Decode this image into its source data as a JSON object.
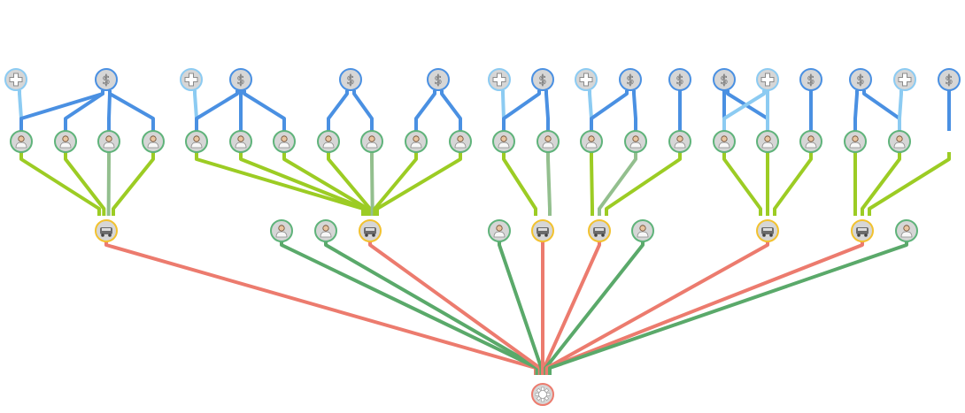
{
  "colors": {
    "dollar": "#4a90e2",
    "medical": "#8ccbf2",
    "person": "#5fb37a",
    "person_to_car": "#9ccc24",
    "person_to_car_alt": "#93bf8e",
    "car": "#f2c230",
    "hub": "#ec7b6e",
    "car_to_hub": "#ec7b6e",
    "person_to_hub": "#5aa96a",
    "node_fill": "#d6d6d6"
  },
  "node_types": {
    "dollar": {
      "icon": "dollar-icon",
      "glyph": "$"
    },
    "medical": {
      "icon": "medical-cross-icon",
      "glyph": "+"
    },
    "person": {
      "icon": "person-icon"
    },
    "car": {
      "icon": "car-icon"
    },
    "hub": {
      "icon": "gear-icon"
    }
  },
  "nodes": [
    {
      "id": "t1",
      "type": "medical"
    },
    {
      "id": "t2",
      "type": "dollar"
    },
    {
      "id": "t3",
      "type": "medical"
    },
    {
      "id": "t4",
      "type": "dollar"
    },
    {
      "id": "t5",
      "type": "dollar"
    },
    {
      "id": "t6",
      "type": "dollar"
    },
    {
      "id": "t7",
      "type": "medical"
    },
    {
      "id": "t8",
      "type": "dollar"
    },
    {
      "id": "t9",
      "type": "medical"
    },
    {
      "id": "t10",
      "type": "dollar"
    },
    {
      "id": "t11",
      "type": "dollar"
    },
    {
      "id": "t12",
      "type": "dollar"
    },
    {
      "id": "t13",
      "type": "medical"
    },
    {
      "id": "t14",
      "type": "dollar"
    },
    {
      "id": "t15",
      "type": "dollar"
    },
    {
      "id": "t16",
      "type": "medical"
    },
    {
      "id": "t17",
      "type": "dollar"
    },
    {
      "id": "p1",
      "type": "person"
    },
    {
      "id": "p2",
      "type": "person"
    },
    {
      "id": "p3",
      "type": "person"
    },
    {
      "id": "p4",
      "type": "person"
    },
    {
      "id": "p5",
      "type": "person"
    },
    {
      "id": "p6",
      "type": "person"
    },
    {
      "id": "p7",
      "type": "person"
    },
    {
      "id": "p8",
      "type": "person"
    },
    {
      "id": "p9",
      "type": "person"
    },
    {
      "id": "p10",
      "type": "person"
    },
    {
      "id": "p11",
      "type": "person"
    },
    {
      "id": "p12",
      "type": "person"
    },
    {
      "id": "p13",
      "type": "person"
    },
    {
      "id": "p14",
      "type": "person"
    },
    {
      "id": "p15",
      "type": "person"
    },
    {
      "id": "p16",
      "type": "person"
    },
    {
      "id": "p17",
      "type": "person"
    },
    {
      "id": "p18",
      "type": "person"
    },
    {
      "id": "p19",
      "type": "person"
    },
    {
      "id": "p20",
      "type": "person"
    },
    {
      "id": "p21",
      "type": "person"
    },
    {
      "id": "c1",
      "type": "car"
    },
    {
      "id": "q1",
      "type": "person"
    },
    {
      "id": "q2",
      "type": "person"
    },
    {
      "id": "c2",
      "type": "car"
    },
    {
      "id": "q3",
      "type": "person"
    },
    {
      "id": "c3",
      "type": "car"
    },
    {
      "id": "c4",
      "type": "car"
    },
    {
      "id": "q4",
      "type": "person"
    },
    {
      "id": "c5",
      "type": "car"
    },
    {
      "id": "c6",
      "type": "car"
    },
    {
      "id": "q5",
      "type": "person"
    },
    {
      "id": "h",
      "type": "hub"
    }
  ],
  "edges": [
    [
      "t1",
      "p1",
      "medical"
    ],
    [
      "t2",
      "p1",
      "dollar"
    ],
    [
      "t2",
      "p2",
      "dollar"
    ],
    [
      "t2",
      "p3",
      "dollar"
    ],
    [
      "t2",
      "p4",
      "dollar"
    ],
    [
      "t3",
      "p5",
      "medical"
    ],
    [
      "t4",
      "p5",
      "dollar"
    ],
    [
      "t4",
      "p6",
      "dollar"
    ],
    [
      "t4",
      "p7",
      "dollar"
    ],
    [
      "t5",
      "p8",
      "dollar"
    ],
    [
      "t5",
      "p9",
      "dollar"
    ],
    [
      "t6",
      "p10",
      "dollar"
    ],
    [
      "t6",
      "p11",
      "dollar"
    ],
    [
      "t7",
      "p12",
      "medical"
    ],
    [
      "t8",
      "p12",
      "dollar"
    ],
    [
      "t8",
      "p13",
      "dollar"
    ],
    [
      "t9",
      "p14",
      "medical"
    ],
    [
      "t10",
      "p14",
      "dollar"
    ],
    [
      "t10",
      "p15",
      "dollar"
    ],
    [
      "t11",
      "p16",
      "dollar"
    ],
    [
      "t12",
      "p17",
      "dollar"
    ],
    [
      "t12",
      "p18",
      "dollar"
    ],
    [
      "t13",
      "p17",
      "medical"
    ],
    [
      "t13",
      "p18",
      "medical"
    ],
    [
      "t14",
      "p19",
      "dollar"
    ],
    [
      "t15",
      "p20",
      "dollar"
    ],
    [
      "t15",
      "p21",
      "dollar"
    ],
    [
      "t16",
      "p21",
      "medical"
    ],
    [
      "t17",
      "p22x",
      "dollar"
    ],
    [
      "p1",
      "c1",
      "person_to_car"
    ],
    [
      "p2",
      "c1",
      "person_to_car"
    ],
    [
      "p3",
      "c1",
      "person_to_car_alt"
    ],
    [
      "p4",
      "c1",
      "person_to_car"
    ],
    [
      "p5",
      "c2",
      "person_to_car"
    ],
    [
      "p6",
      "c2",
      "person_to_car"
    ],
    [
      "p7",
      "c2",
      "person_to_car"
    ],
    [
      "p8",
      "c2",
      "person_to_car"
    ],
    [
      "p9",
      "c2",
      "person_to_car_alt"
    ],
    [
      "p10",
      "c2",
      "person_to_car"
    ],
    [
      "p11",
      "c2",
      "person_to_car"
    ],
    [
      "p12",
      "c3",
      "person_to_car"
    ],
    [
      "p13",
      "c3",
      "person_to_car_alt"
    ],
    [
      "p14",
      "c4",
      "person_to_car"
    ],
    [
      "p15",
      "c4",
      "person_to_car_alt"
    ],
    [
      "p16",
      "c4",
      "person_to_car"
    ],
    [
      "p17",
      "c5",
      "person_to_car"
    ],
    [
      "p18",
      "c5",
      "person_to_car"
    ],
    [
      "p19",
      "c5",
      "person_to_car"
    ],
    [
      "p20",
      "c6",
      "person_to_car"
    ],
    [
      "p21",
      "c6",
      "person_to_car"
    ],
    [
      "p22x",
      "c6",
      "person_to_car"
    ],
    [
      "c1",
      "h",
      "car_to_hub"
    ],
    [
      "q1",
      "h",
      "person_to_hub"
    ],
    [
      "q2",
      "h",
      "person_to_hub"
    ],
    [
      "c2",
      "h",
      "car_to_hub"
    ],
    [
      "q3",
      "h",
      "person_to_hub"
    ],
    [
      "c3",
      "h",
      "car_to_hub"
    ],
    [
      "c4",
      "h",
      "car_to_hub"
    ],
    [
      "q4",
      "h",
      "person_to_hub"
    ],
    [
      "c5",
      "h",
      "car_to_hub"
    ],
    [
      "c6",
      "h",
      "car_to_hub"
    ],
    [
      "q5",
      "h",
      "person_to_hub"
    ]
  ]
}
